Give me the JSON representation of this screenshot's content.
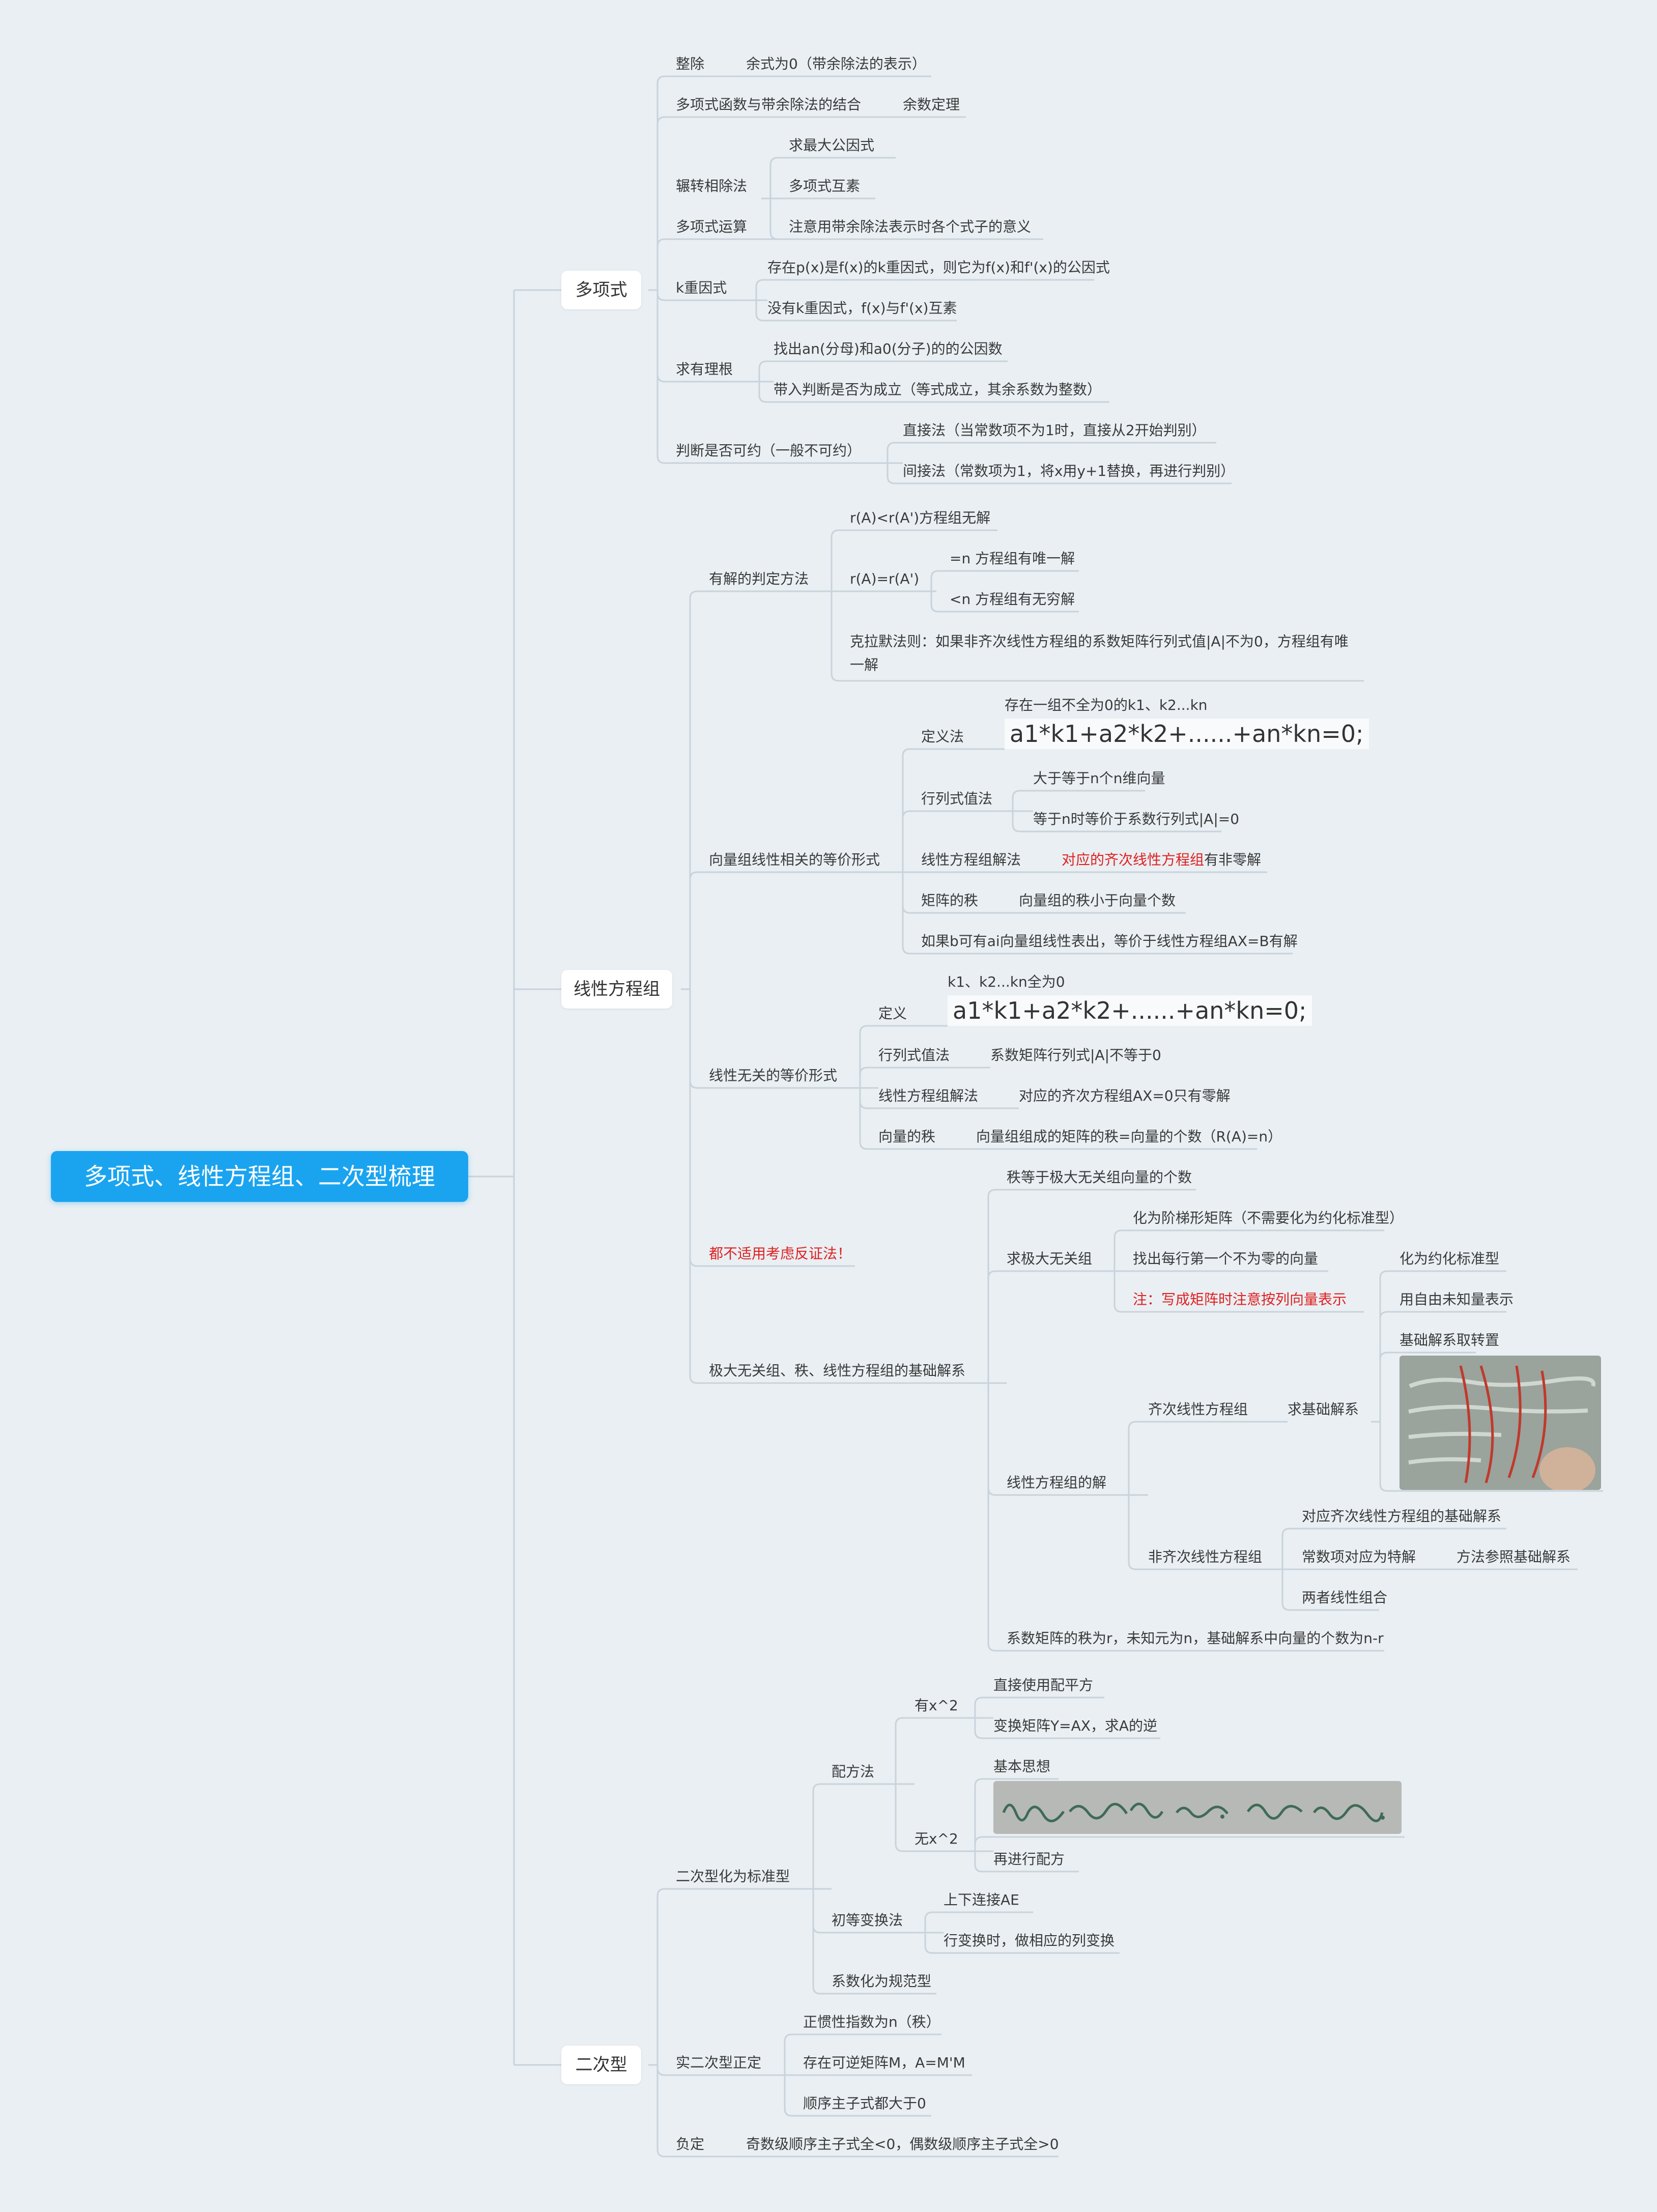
{
  "root": "多项式、线性方程组、二次型梳理",
  "branches": {
    "poly": "多项式",
    "linear": "线性方程组",
    "quad": "二次型"
  },
  "poly": {
    "divisible": "整除",
    "divisible_note": "余式为0（带余除法的表示）",
    "combine": "多项式函数与带余除法的结合",
    "remainder": "余数定理",
    "euclid": "辗转相除法",
    "gcd": "求最大公因式",
    "coprime": "多项式互素",
    "ops": "多项式运算",
    "ops_note": "注意用带余除法表示时各个式子的意义",
    "kfactor": "k重因式",
    "k1": "存在p(x)是f(x)的k重因式，则它为f(x)和f'(x)的公因式",
    "k2": "没有k重因式，f(x)与f'(x)互素",
    "rational": "求有理根",
    "r1": "找出an(分母)和a0(分子)的的公因数",
    "r2": "带入判断是否为成立（等式成立，其余系数为整数）",
    "irreducible": "判断是否可约（一般不可约）",
    "i1": "直接法（当常数项不为1时，直接从2开始判别）",
    "i2": "间接法（常数项为1，将x用y+1替换，再进行判别）"
  },
  "linear": {
    "solv": "有解的判定方法",
    "s1": "r(A)<r(A')方程组无解",
    "s2": "r(A)=r(A')",
    "s2a": "=n 方程组有唯一解",
    "s2b": "<n 方程组有无穷解",
    "s3": "克拉默法则：如果非齐次线性方程组的系数矩阵行列式值|A|不为0，方程组有唯一解",
    "dep": "向量组线性相关的等价形式",
    "def": "定义法",
    "def_a": "存在一组不全为0的k1、k2...kn",
    "def_f": "a1*k1+a2*k2+......+an*kn=0;",
    "det": "行列式值法",
    "det_a": "大于等于n个n维向量",
    "det_b": "等于n时等价于系数行列式|A|=0",
    "sys": "线性方程组解法",
    "sys_red": "对应的齐次线性方程组",
    "sys_tail": "有非零解",
    "rank": "矩阵的秩",
    "rank_note": "向量组的秩小于向量个数",
    "lin_comb": "如果b可有ai向量组线性表出，等价于线性方程组AX=B有解",
    "indep": "线性无关的等价形式",
    "idef": "定义",
    "idef_a": "k1、k2...kn全为0",
    "idef_f": "a1*k1+a2*k2+......+an*kn=0;",
    "idet": "行列式值法",
    "idet_note": "系数矩阵行列式|A|不等于0",
    "isys": "线性方程组解法",
    "isys_note": "对应的齐次方程组AX=0只有零解",
    "irank": "向量的秩",
    "irank_note": "向量组组成的矩阵的秩=向量的个数（R(A)=n）",
    "contra": "都不适用考虑反证法！",
    "max": "极大无关组、秩、线性方程组的基础解系",
    "m1": "秩等于极大无关组向量的个数",
    "mfind": "求极大无关组",
    "mf1": "化为阶梯形矩阵（不需要化为约化标准型）",
    "mf2": "找出每行第一个不为零的向量",
    "mf3": "注：写成矩阵时注意按列向量表示",
    "msol": "线性方程组的解",
    "homo": "齐次线性方程组",
    "basis": "求基础解系",
    "b1": "化为约化标准型",
    "b2": "用自由未知量表示",
    "b3": "基础解系取转置",
    "nonhomo": "非齐次线性方程组",
    "nh1": "对应齐次线性方程组的基础解系",
    "nh2": "常数项对应为特解",
    "nh2b": "方法参照基础解系",
    "nh3": "两者线性组合",
    "m4": "系数矩阵的秩为r，未知元为n，基础解系中向量的个数为n-r"
  },
  "quad": {
    "std": "二次型化为标准型",
    "complete": "配方法",
    "has": "有x^2",
    "h1": "直接使用配平方",
    "h2": "变换矩阵Y=AX，求A的逆",
    "no": "无x^2",
    "n1": "基本思想",
    "n2": "再进行配方",
    "elem": "初等变换法",
    "e1": "上下连接AE",
    "e2": "行变换时，做相应的列变换",
    "norm": "系数化为规范型",
    "pos": "实二次型正定",
    "p1": "正惯性指数为n（秩）",
    "p2": "存在可逆矩阵M，A=M'M",
    "p3": "顺序主子式都大于0",
    "neg": "负定",
    "neg_note": "奇数级顺序主子式全<0，偶数级顺序主子式全>0"
  },
  "colors": {
    "background": "#e9eff3",
    "root": "#1aa4f0",
    "line": "#c9d3db",
    "red": "#e02020"
  }
}
